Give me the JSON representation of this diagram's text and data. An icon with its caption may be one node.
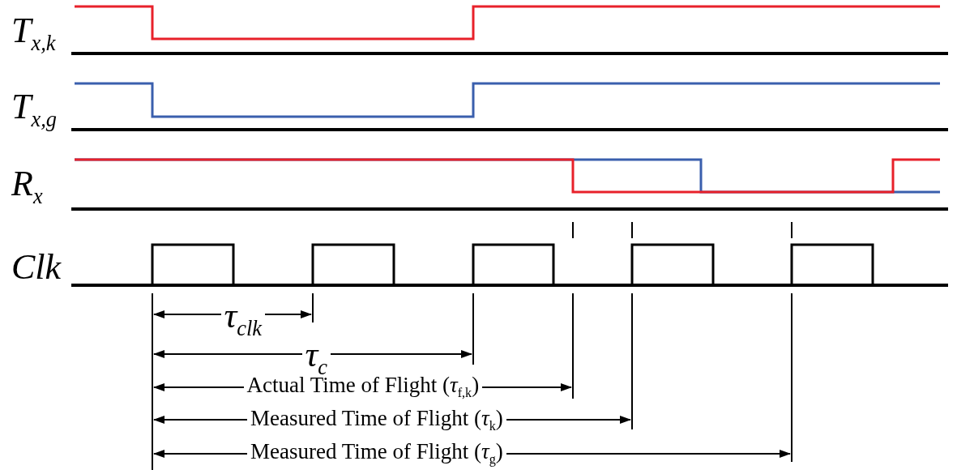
{
  "diagram": {
    "labels": [
      "T$_{x,k}$",
      "T$_{x,g}$",
      "R$_{x}$",
      "Clk",
      "τ$_{clk}$",
      "τ$_{c}$",
      "Actual Time of Flight (*τ*$_{f,k}$)",
      "Measured Time of Flight (*τ*$_{k}$)",
      "Measured Time of Flight (*τ*$_{g}$)"
    ]
  }
}
